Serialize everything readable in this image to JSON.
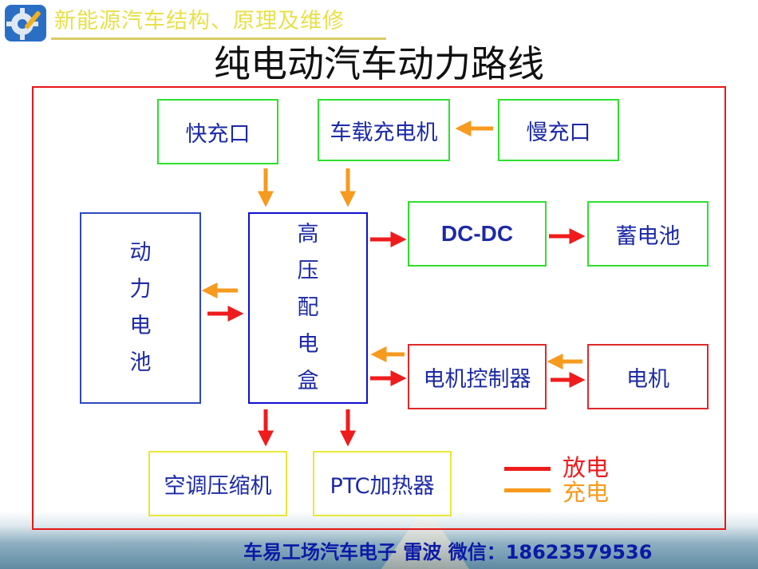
{
  "header": {
    "title": "新能源汽车结构、原理及维修"
  },
  "title": "纯电动汽车动力路线",
  "boxes": {
    "fast_charge": "快充口",
    "onboard_charger": "车载充电机",
    "slow_charge": "慢充口",
    "battery": [
      "动",
      "力",
      "电",
      "池"
    ],
    "pdu": [
      "高",
      "压",
      "配",
      "电",
      "盒"
    ],
    "dcdc": "DC-DC",
    "aux_battery": "蓄电池",
    "motor_controller": "电机控制器",
    "motor": "电机",
    "ac_compressor": "空调压缩机",
    "ptc_heater": "PTC加热器"
  },
  "legend": {
    "discharge": "放电",
    "charge": "充电"
  },
  "colors": {
    "discharge": "#ee1c1c",
    "charge": "#f79a1e",
    "text_blue": "#1c2aa6",
    "frame_red": "#e81818",
    "box_green": "#2ee02e",
    "box_blue": "#2c48c0",
    "box_red": "#e0282a",
    "box_yellow": "#e8e838"
  },
  "footer": {
    "text": "车易工场汽车电子 雷波 微信：18623579536"
  }
}
